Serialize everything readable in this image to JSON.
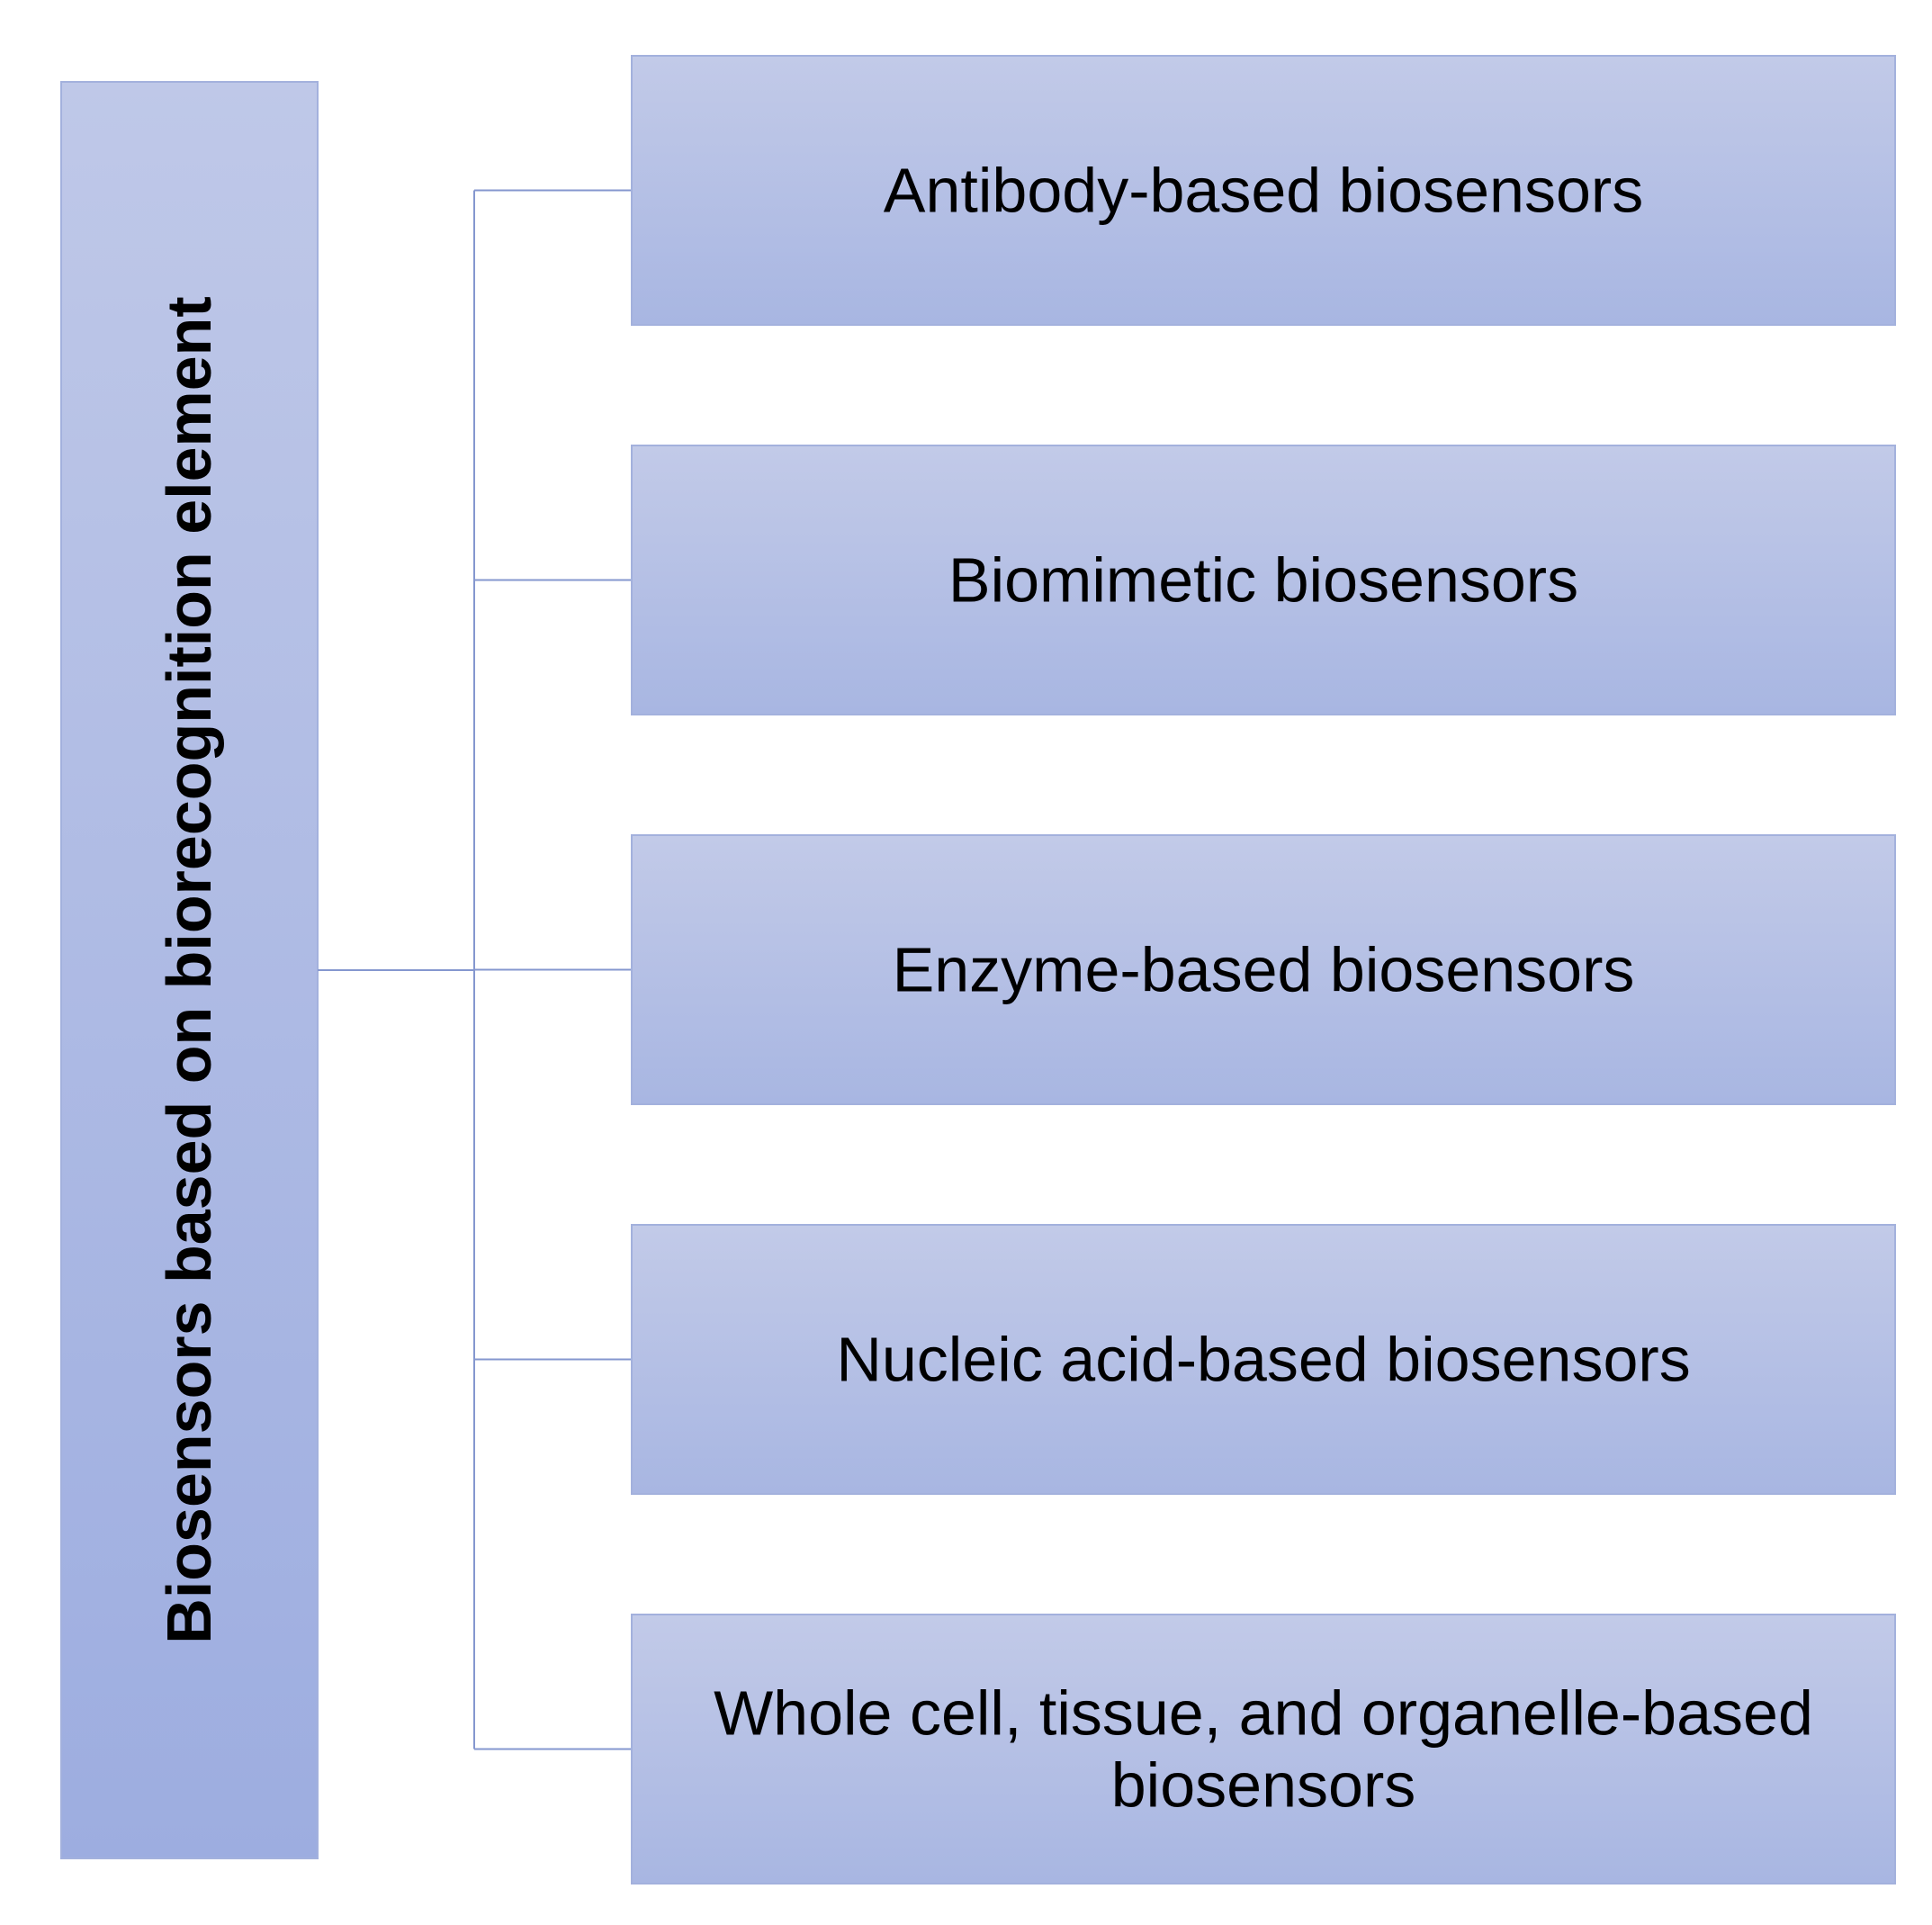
{
  "diagram": {
    "root": {
      "label": "Biosensors based on biorecognition element"
    },
    "children": [
      {
        "lines": [
          "Antibody-based biosensors"
        ]
      },
      {
        "lines": [
          "Biomimetic biosensors"
        ]
      },
      {
        "lines": [
          "Enzyme-based biosensors"
        ]
      },
      {
        "lines": [
          "Nucleic acid-based biosensors"
        ]
      },
      {
        "lines": [
          "Whole cell, tissue, and organelle-based",
          "biosensors"
        ]
      }
    ],
    "colors": {
      "box_top": "#c2cae8",
      "box_bottom": "#a8b6e2",
      "root_bottom": "#9dade0",
      "box_border": "#a3b1dd",
      "connector": "#8597cf"
    }
  }
}
